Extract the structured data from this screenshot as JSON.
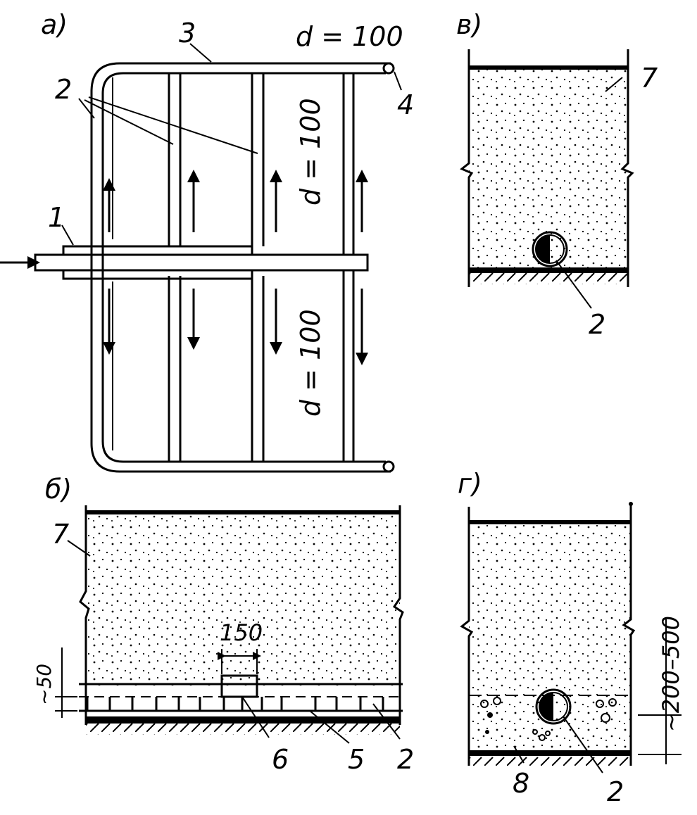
{
  "panels": {
    "a": "а)",
    "b": "б)",
    "v": "в)",
    "g": "г)"
  },
  "dims": {
    "d_top": "d = 100",
    "d_mid": "d = 100",
    "d_bot": "d = 100",
    "w150": "150",
    "h50": "~50",
    "h200_500": "~200–500"
  },
  "callouts": {
    "a_1": "1",
    "a_2": "2",
    "a_3": "3",
    "a_4": "4",
    "b_7": "7",
    "b_6": "6",
    "b_5": "5",
    "b_2": "2",
    "v_7": "7",
    "v_2": "2",
    "g_8": "8",
    "g_2": "2"
  }
}
